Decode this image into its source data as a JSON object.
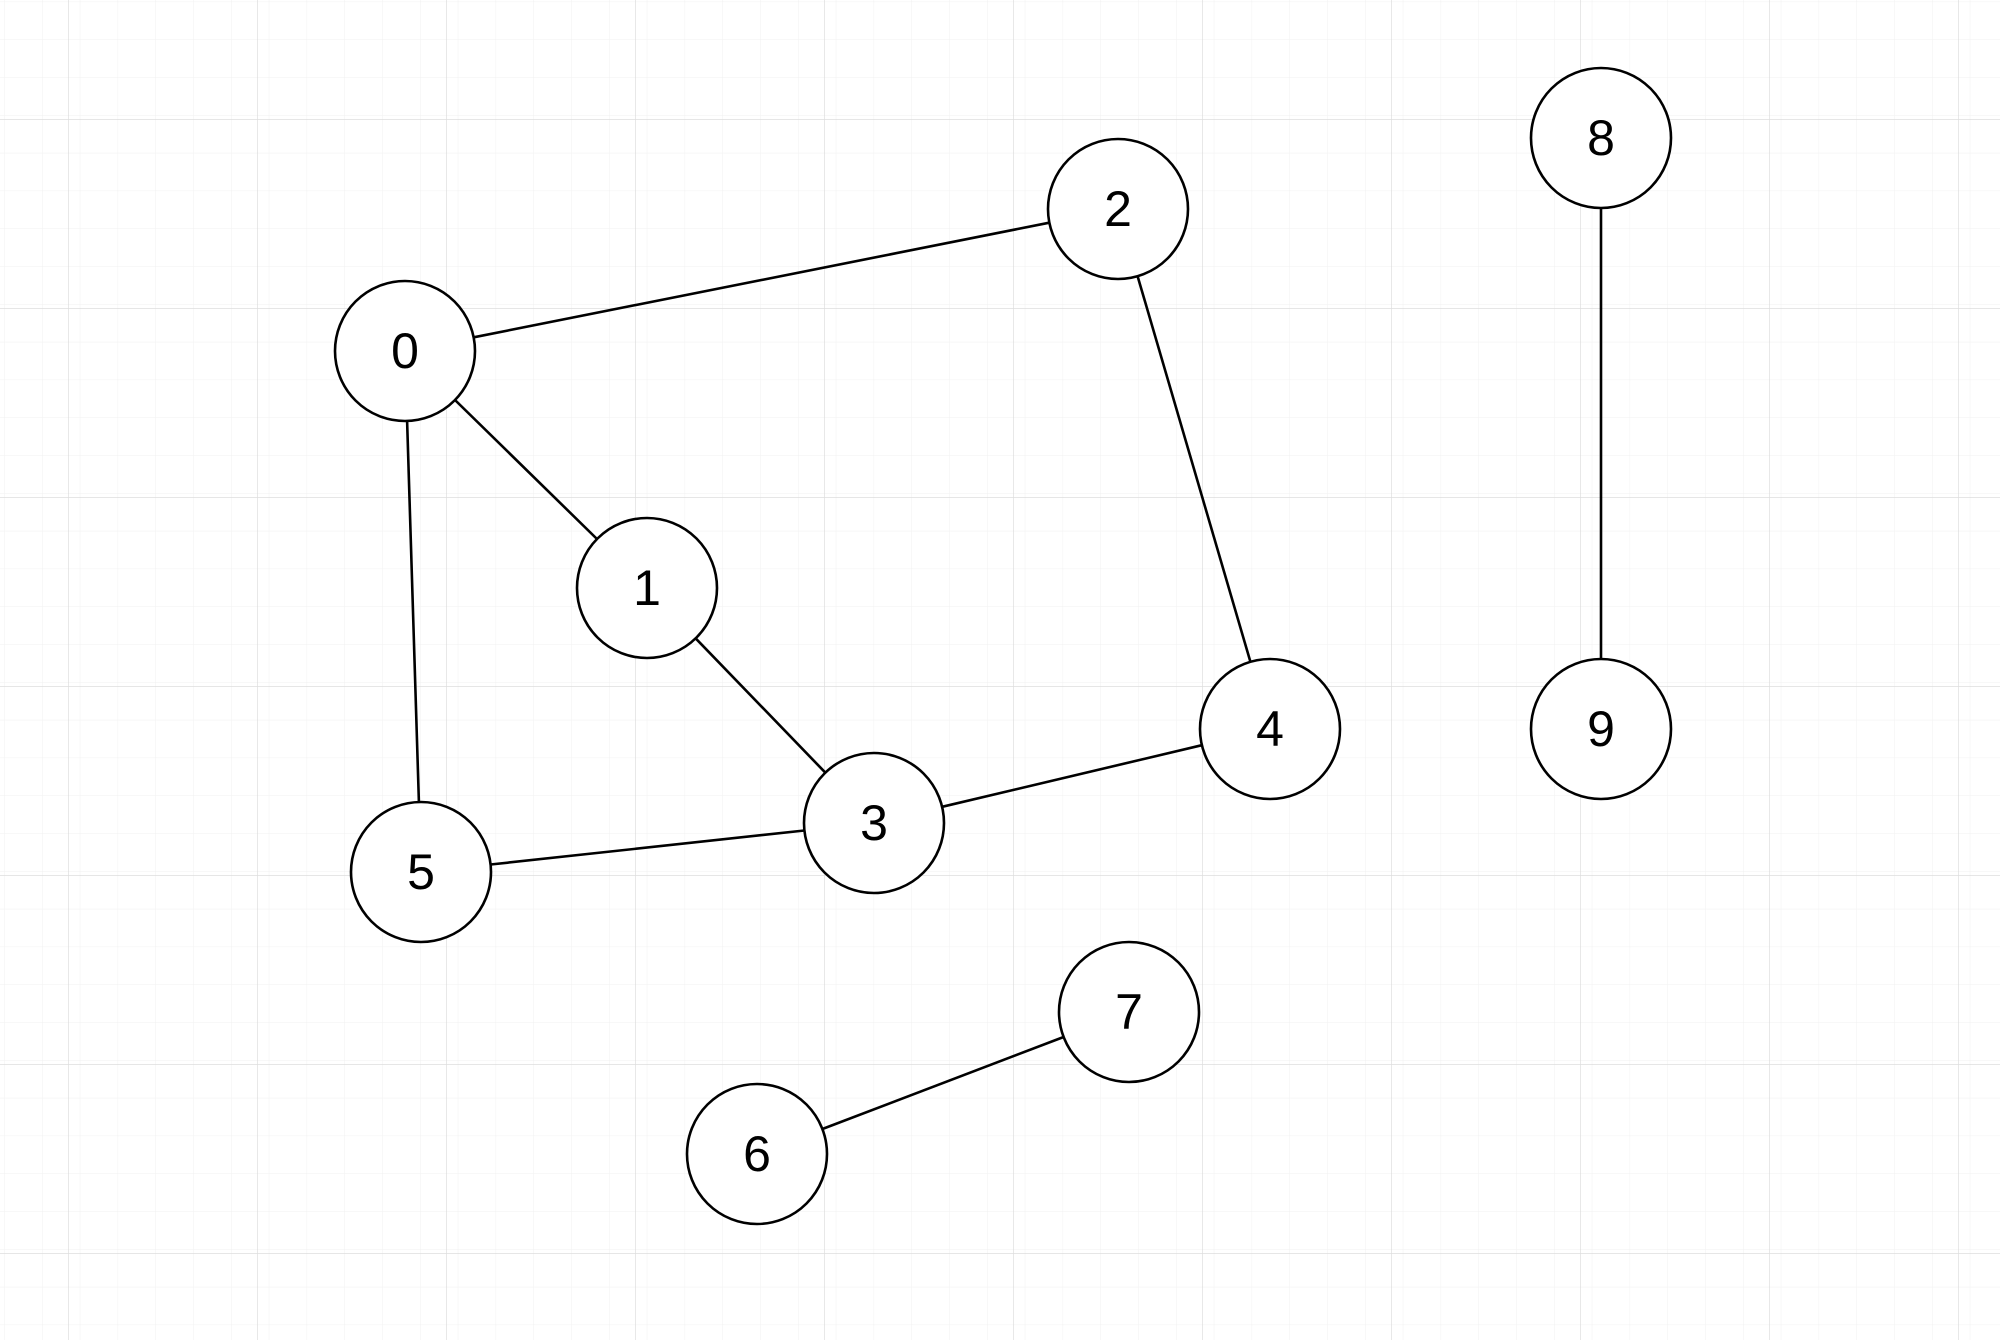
{
  "graph": {
    "nodes": [
      {
        "id": "n0",
        "label": "0"
      },
      {
        "id": "n1",
        "label": "1"
      },
      {
        "id": "n2",
        "label": "2"
      },
      {
        "id": "n3",
        "label": "3"
      },
      {
        "id": "n4",
        "label": "4"
      },
      {
        "id": "n5",
        "label": "5"
      },
      {
        "id": "n6",
        "label": "6"
      },
      {
        "id": "n7",
        "label": "7"
      },
      {
        "id": "n8",
        "label": "8"
      },
      {
        "id": "n9",
        "label": "9"
      }
    ],
    "edges": [
      {
        "from": "n0",
        "to": "n2"
      },
      {
        "from": "n0",
        "to": "n1"
      },
      {
        "from": "n0",
        "to": "n5"
      },
      {
        "from": "n1",
        "to": "n3"
      },
      {
        "from": "n2",
        "to": "n4"
      },
      {
        "from": "n3",
        "to": "n4"
      },
      {
        "from": "n5",
        "to": "n3"
      },
      {
        "from": "n6",
        "to": "n7"
      },
      {
        "from": "n8",
        "to": "n9"
      }
    ]
  }
}
